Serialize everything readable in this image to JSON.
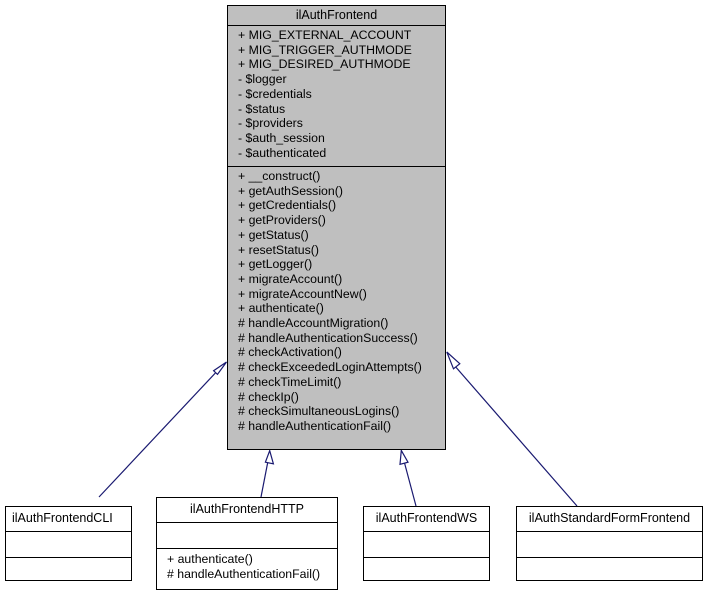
{
  "diagram": {
    "edge_color": "#191970",
    "main_fill": "#bfbfbf",
    "base_class": {
      "name": "ilAuthFrontend",
      "attributes": [
        "+ MIG_EXTERNAL_ACCOUNT",
        "+ MIG_TRIGGER_AUTHMODE",
        "+ MIG_DESIRED_AUTHMODE",
        "- $logger",
        "- $credentials",
        "- $status",
        "- $providers",
        "- $auth_session",
        "- $authenticated"
      ],
      "operations": [
        "+ __construct()",
        "+ getAuthSession()",
        "+ getCredentials()",
        "+ getProviders()",
        "+ getStatus()",
        "+ resetStatus()",
        "+ getLogger()",
        "+ migrateAccount()",
        "+ migrateAccountNew()",
        "+ authenticate()",
        "# handleAccountMigration()",
        "# handleAuthenticationSuccess()",
        "# checkActivation()",
        "# checkExceededLoginAttempts()",
        "# checkTimeLimit()",
        "# checkIp()",
        "# checkSimultaneousLogins()",
        "# handleAuthenticationFail()"
      ]
    },
    "subclasses": [
      {
        "name": "ilAuthFrontendCLI",
        "attributes": [],
        "operations": []
      },
      {
        "name": "ilAuthFrontendHTTP",
        "attributes": [],
        "operations": [
          "+ authenticate()",
          "# handleAuthenticationFail()"
        ]
      },
      {
        "name": "ilAuthFrontendWS",
        "attributes": [],
        "operations": []
      },
      {
        "name": "ilAuthStandardFormFrontend",
        "attributes": [],
        "operations": []
      }
    ]
  }
}
